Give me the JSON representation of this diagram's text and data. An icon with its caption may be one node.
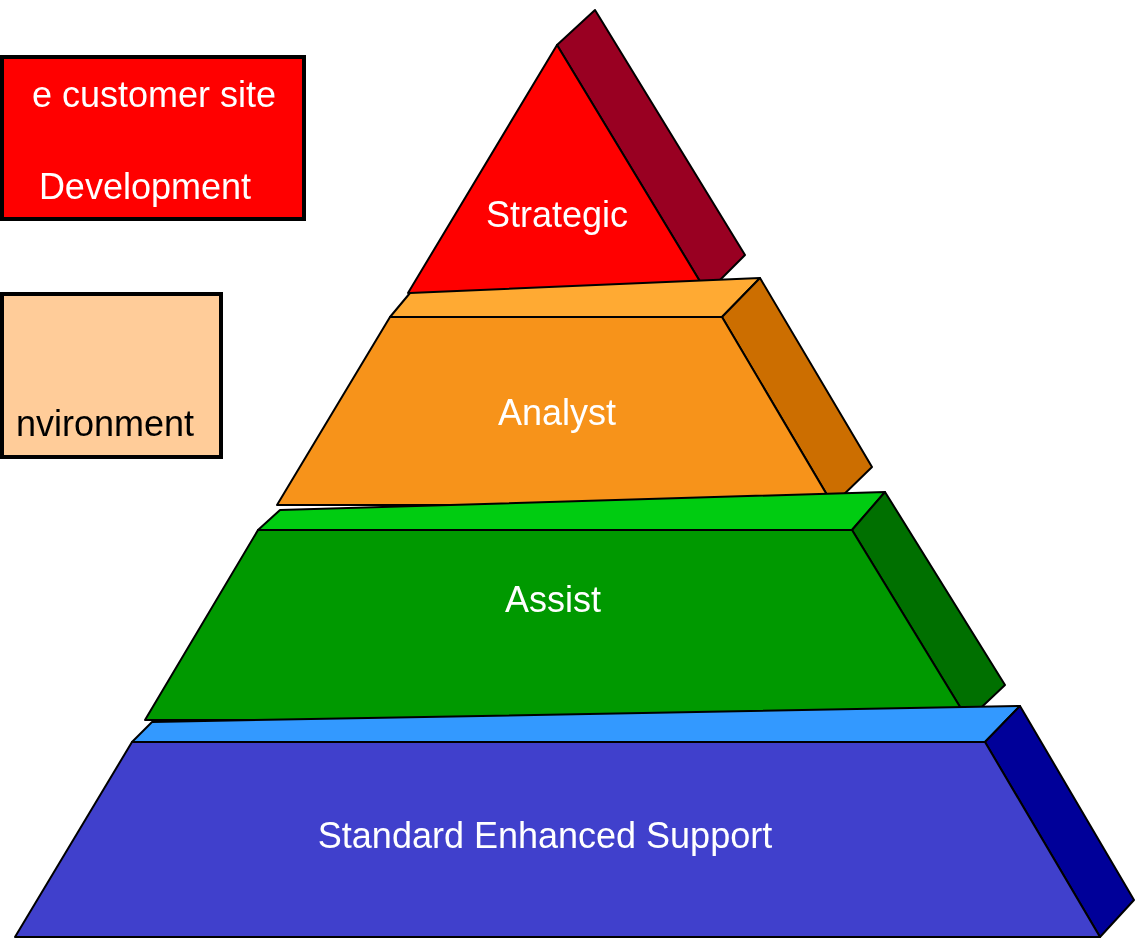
{
  "diagram": {
    "nodes": [
      {
        "text": [
          "e customer site",
          "Development"
        ]
      },
      {
        "text": [
          "nvironment"
        ]
      },
      {
        "text": [
          "Strategic"
        ]
      },
      {
        "text": [
          "Analyst"
        ]
      },
      {
        "text": [
          "Assist"
        ]
      },
      {
        "text": [
          "Standard Enhanced Support"
        ]
      }
    ]
  }
}
